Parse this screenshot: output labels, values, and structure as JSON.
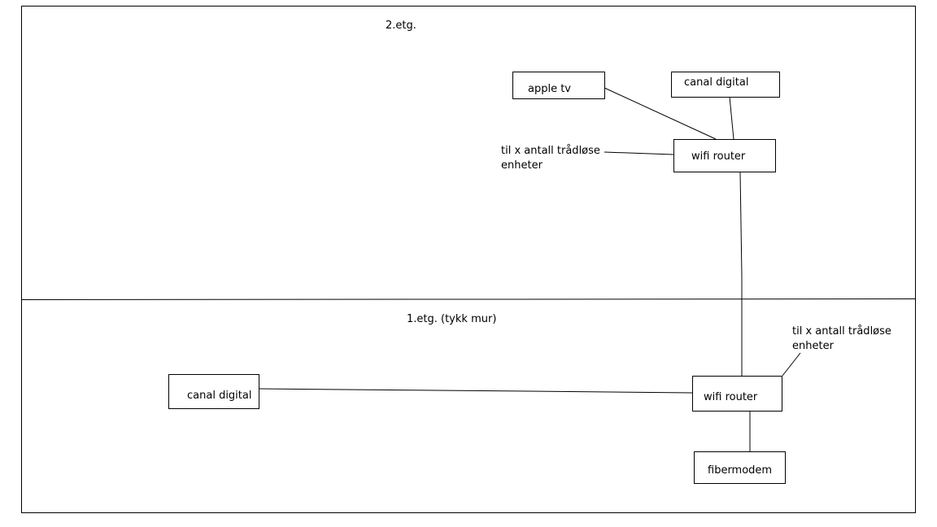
{
  "floors": {
    "upper": {
      "label": "2.etg."
    },
    "lower": {
      "label": "1.etg. (tykk mur)"
    }
  },
  "upper_devices": {
    "apple_tv": "apple tv",
    "canal_digital": "canal digital",
    "router": "wifi router",
    "wireless_line1": "til x antall trådløse",
    "wireless_line2": "enheter"
  },
  "lower_devices": {
    "canal_digital": "canal digital",
    "router": "wifi router",
    "modem": "fibermodem",
    "wireless_line1": "til x antall trådløse",
    "wireless_line2": "enheter"
  }
}
